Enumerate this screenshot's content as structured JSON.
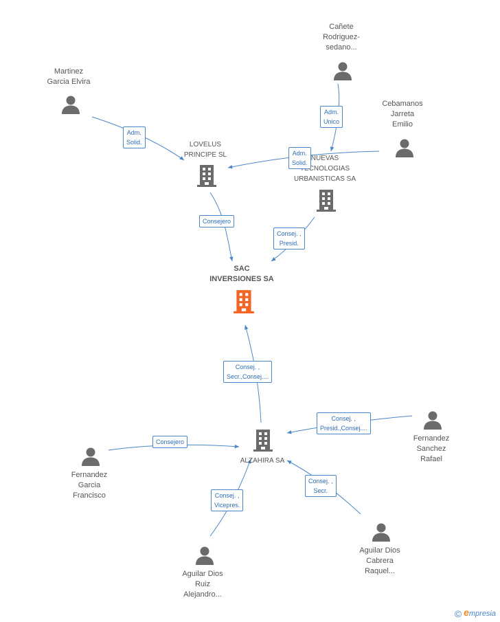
{
  "colors": {
    "edge": "#4a86c8",
    "person_icon": "#6b6b6b",
    "company_icon": "#6b6b6b",
    "main_company_icon": "#f26522"
  },
  "nodes": {
    "sac": {
      "lines": [
        "SAC",
        "INVERSIONES SA"
      ]
    },
    "lovelus": {
      "lines": [
        "LOVELUS",
        "PRINCIPE SL"
      ]
    },
    "nuevas": {
      "lines": [
        "NUEVAS",
        "TECNOLOGIAS",
        "URBANISTICAS SA"
      ]
    },
    "alzahira": {
      "lines": [
        "ALZAHIRA SA"
      ]
    },
    "martinez": {
      "lines": [
        "Martinez",
        "Garcia Elvira"
      ]
    },
    "canete": {
      "lines": [
        "Cañete",
        "Rodriguez-",
        "sedano..."
      ]
    },
    "cebamanos": {
      "lines": [
        "Cebamanos",
        "Jarreta",
        "Emilio"
      ]
    },
    "fernandez_sanchez": {
      "lines": [
        "Fernandez",
        "Sanchez",
        "Rafael"
      ]
    },
    "fernandez_garcia": {
      "lines": [
        "Fernandez",
        "Garcia",
        "Francisco"
      ]
    },
    "aguilar_ruiz": {
      "lines": [
        "Aguilar Dios",
        "Ruiz",
        "Alejandro..."
      ]
    },
    "aguilar_cabrera": {
      "lines": [
        "Aguilar Dios",
        "Cabrera",
        "Raquel..."
      ]
    }
  },
  "edges": {
    "martinez_lovelus": {
      "lines": [
        "Adm.",
        "Solid."
      ]
    },
    "canete_nuevas": {
      "lines": [
        "Adm.",
        "Unico"
      ]
    },
    "cebamanos_lovelus": {
      "lines": [
        "Adm.",
        "Solid."
      ]
    },
    "lovelus_sac": {
      "lines": [
        "Consejero"
      ]
    },
    "nuevas_sac": {
      "lines": [
        "Consej. ,",
        "Presid."
      ]
    },
    "alzahira_sac": {
      "lines": [
        "Consej. ,",
        "Secr.,Consej...."
      ]
    },
    "fsanchez_alzahira": {
      "lines": [
        "Consej. ,",
        "Presid.,Consej...."
      ]
    },
    "fgarcia_alzahira": {
      "lines": [
        "Consejero"
      ]
    },
    "aruiz_alzahira": {
      "lines": [
        "Consej. ,",
        "Vicepres."
      ]
    },
    "acabrera_alzahira": {
      "lines": [
        "Consej. ,",
        "Secr."
      ]
    }
  },
  "footer": {
    "copyright": "©",
    "brand_initial": "e",
    "brand_rest": "mpresia"
  }
}
